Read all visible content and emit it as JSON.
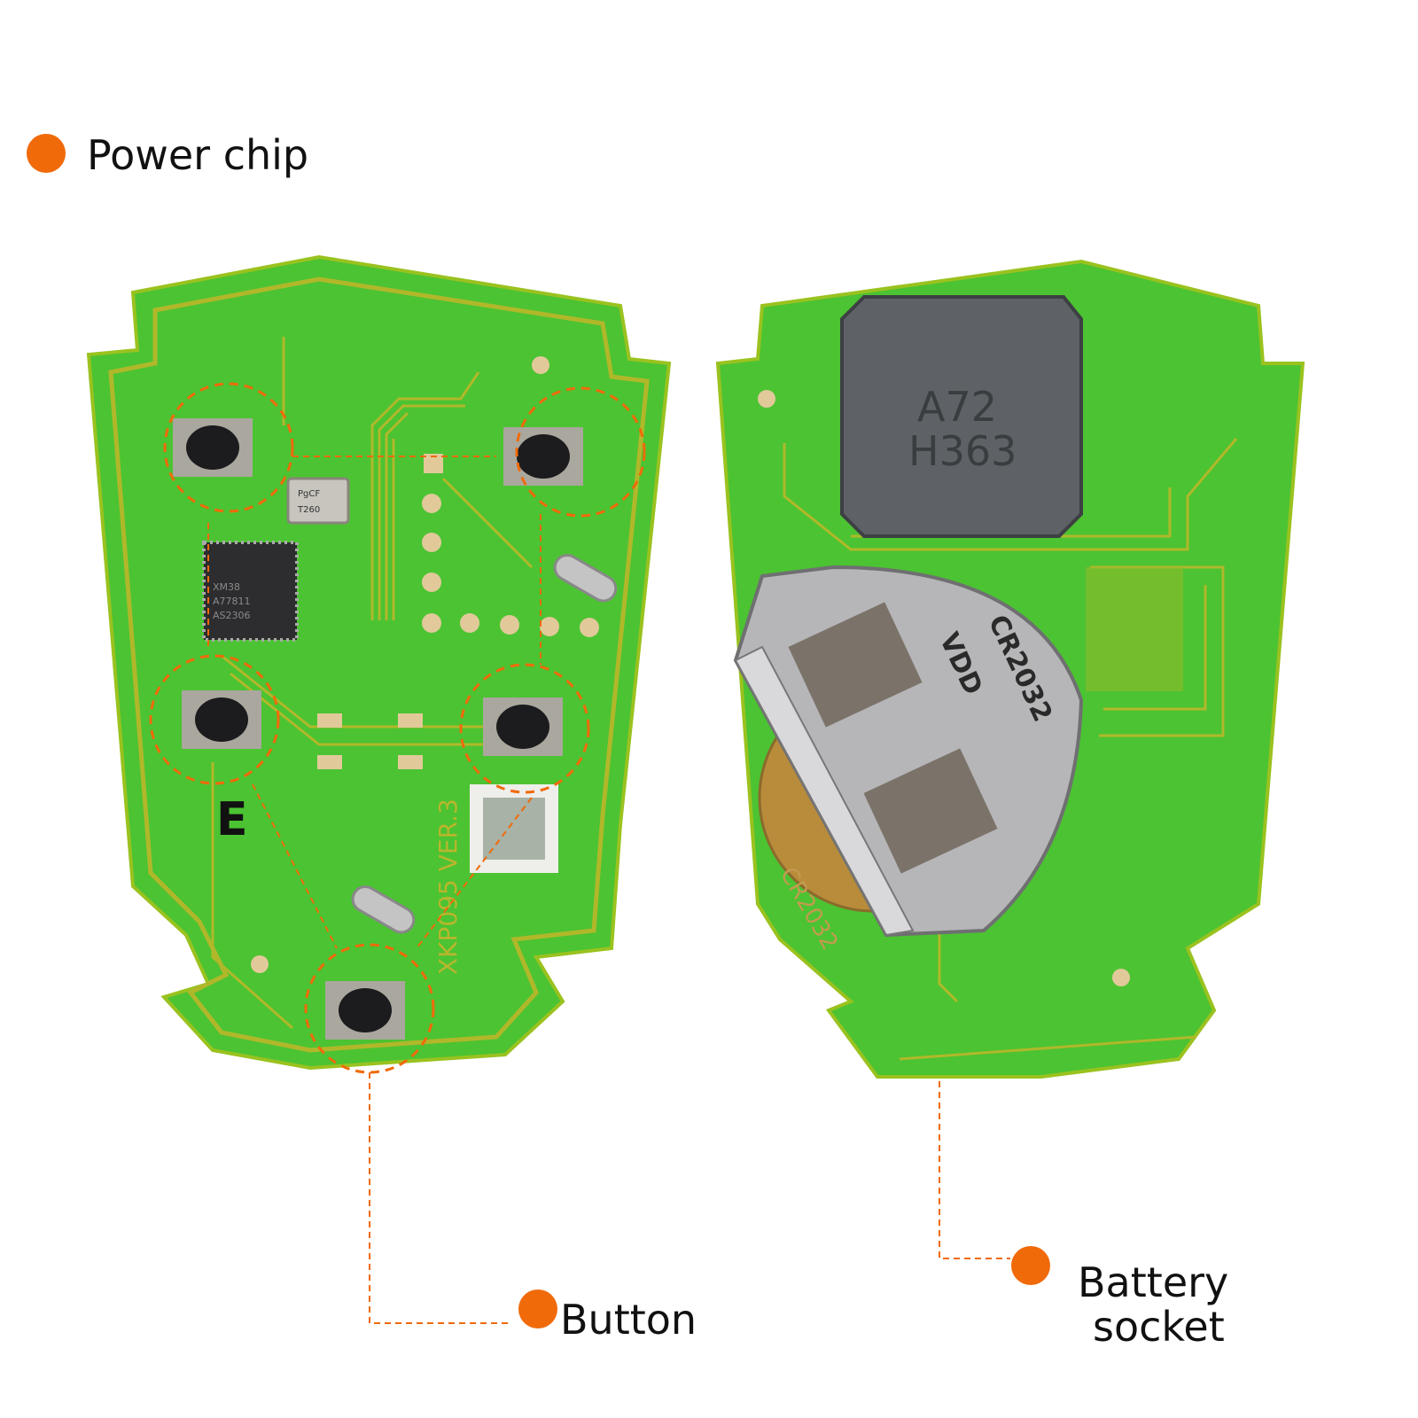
{
  "callouts": {
    "power_chip": "Power chip",
    "button": "Button",
    "battery_socket_line1": "Battery",
    "battery_socket_line2": "socket"
  },
  "pcb_front": {
    "chip_marking": [
      "XM38",
      "A77811",
      "AS2306"
    ],
    "crystal_marking": [
      "T260",
      "PgCF"
    ],
    "board_marking": "XKP095 VER.3",
    "silk_letter": "E"
  },
  "pcb_back": {
    "inductor_marking": [
      "A72",
      "H363"
    ],
    "battery_clip_marking": [
      "VDD",
      "CR2032"
    ],
    "silk_marking": "CR2032"
  },
  "colors": {
    "accent": "#f06a0a",
    "pcb_green": "#4cc332",
    "trace": "#b0b82a"
  }
}
